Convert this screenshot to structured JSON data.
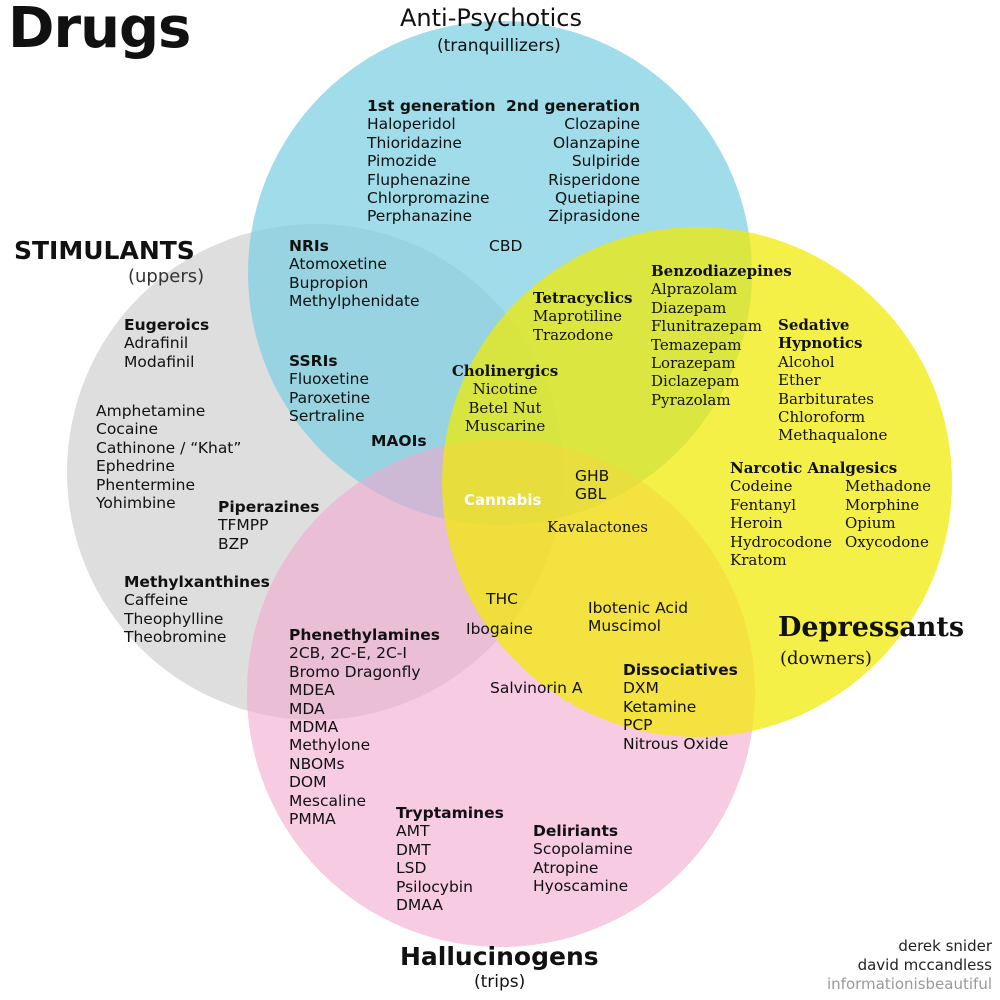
{
  "title": "Drugs",
  "colors": {
    "antipsychotics": "#7ccfe0",
    "stimulants": "#d3d3d3",
    "depressants": "#f1ea00",
    "hallucinogens": "#f2a9cf"
  },
  "categories": {
    "antipsychotics": {
      "name": "Anti-Psychotics",
      "sub": "(tranquillizers)"
    },
    "stimulants": {
      "name": "STIMULANTS",
      "sub": "(uppers)"
    },
    "depressants": {
      "name": "Depressants",
      "sub": "(downers)"
    },
    "hallucinogens": {
      "name": "Hallucinogens",
      "sub": "(trips)"
    }
  },
  "groups": {
    "first_gen": {
      "head": "1st generation",
      "items": [
        "Haloperidol",
        "Thioridazine",
        "Pimozide",
        "Fluphenazine",
        "Chlorpromazine",
        "Perphanazine"
      ]
    },
    "second_gen": {
      "head": "2nd generation",
      "items": [
        "Clozapine",
        "Olanzapine",
        "Sulpiride",
        "Risperidone",
        "Quetiapine",
        "Ziprasidone"
      ]
    },
    "cbd": {
      "items": [
        "CBD"
      ]
    },
    "nris": {
      "head": "NRIs",
      "items": [
        "Atomoxetine",
        "Bupropion",
        "Methylphenidate"
      ]
    },
    "ssris": {
      "head": "SSRIs",
      "items": [
        "Fluoxetine",
        "Paroxetine",
        "Sertraline"
      ]
    },
    "maois": {
      "head": "MAOIs"
    },
    "eugeroics": {
      "head": "Eugeroics",
      "items": [
        "Adrafinil",
        "Modafinil"
      ]
    },
    "stims": {
      "items": [
        "Amphetamine",
        "Cocaine",
        "Cathinone / “Khat”",
        "Ephedrine",
        "Phentermine",
        "Yohimbine"
      ]
    },
    "piperazines": {
      "head": "Piperazines",
      "items": [
        "TFMPP",
        "BZP"
      ]
    },
    "methylxanthines": {
      "head": "Methylxanthines",
      "items": [
        "Caffeine",
        "Theophylline",
        "Theobromine"
      ]
    },
    "tetracyclics": {
      "head": "Tetracyclics",
      "items": [
        "Maprotiline",
        "Trazodone"
      ]
    },
    "benzodiazepines": {
      "head": "Benzodiazepines",
      "items": [
        "Alprazolam",
        "Diazepam",
        "Flunitrazepam",
        "Temazepam",
        "Lorazepam",
        "Diclazepam",
        "Pyrazolam"
      ]
    },
    "sedative": {
      "head_lines": [
        "Sedative",
        "Hypnotics"
      ],
      "items": [
        "Alcohol",
        "Ether",
        "Barbiturates",
        "Chloroform",
        "Methaqualone"
      ]
    },
    "cholinergics": {
      "head": "Cholinergics",
      "items": [
        "Nicotine",
        "Betel Nut",
        "Muscarine"
      ]
    },
    "narcotic": {
      "head": "Narcotic Analgesics",
      "col1": [
        "Codeine",
        "Fentanyl",
        "Heroin",
        "Hydrocodone",
        "Kratom"
      ],
      "col2": [
        "Methadone",
        "Morphine",
        "Opium",
        "Oxycodone"
      ]
    },
    "ghb": {
      "items": [
        "GHB",
        "GBL"
      ]
    },
    "cannabis": {
      "items": [
        "Cannabis"
      ]
    },
    "kavalactones": {
      "items": [
        "Kavalactones"
      ]
    },
    "thc": {
      "items": [
        "THC"
      ]
    },
    "ibogaine": {
      "items": [
        "Ibogaine"
      ]
    },
    "ibotenic": {
      "items": [
        "Ibotenic Acid",
        "Muscimol"
      ]
    },
    "salvinorin": {
      "items": [
        "Salvinorin A"
      ]
    },
    "phenethylamines": {
      "head": "Phenethylamines",
      "items": [
        "2CB, 2C-E, 2C-I",
        "Bromo Dragonfly",
        "MDEA",
        "MDA",
        "MDMA",
        "Methylone",
        "NBOMs",
        "DOM",
        "Mescaline",
        "PMMA"
      ]
    },
    "dissociatives": {
      "head": "Dissociatives",
      "items": [
        "DXM",
        "Ketamine",
        "PCP",
        "Nitrous Oxide"
      ]
    },
    "tryptamines": {
      "head": "Tryptamines",
      "items": [
        "AMT",
        "DMT",
        "LSD",
        "Psilocybin",
        "DMAA"
      ]
    },
    "deliriants": {
      "head": "Deliriants",
      "items": [
        "Scopolamine",
        "Atropine",
        "Hyoscamine"
      ]
    }
  },
  "credits": [
    "derek snider",
    "david mccandless",
    "informationisbeautiful"
  ]
}
